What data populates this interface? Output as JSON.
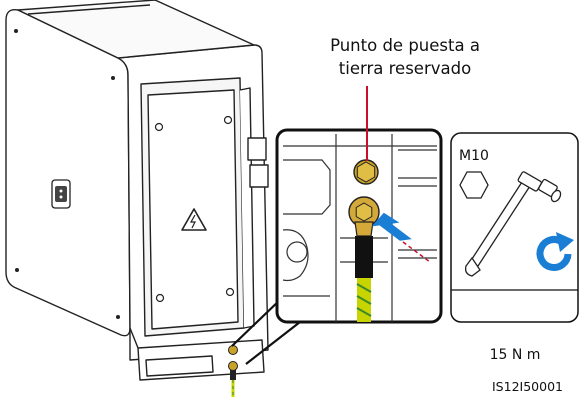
{
  "callout": {
    "line1": "Punto de puesta a",
    "line2": "tierra reservado"
  },
  "tool_panel": {
    "bolt_size": "M10",
    "torque": "15 N m",
    "icons": [
      "hexagon-nut-icon",
      "socket-wrench-icon",
      "clockwise-rotate-icon"
    ]
  },
  "figure_code": "IS12I50001",
  "colors": {
    "arrow": "#1a7fd4",
    "leader": "#c8102e",
    "ground_cable": "#c8d400",
    "terminal": "#c9a227"
  }
}
